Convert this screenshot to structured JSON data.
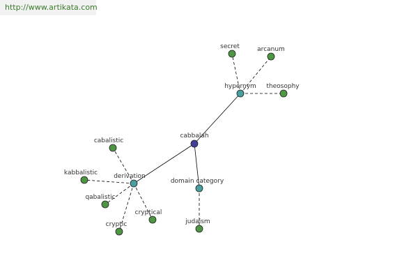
{
  "header": {
    "url": "http://www.artikata.com"
  },
  "colors": {
    "root": "#3f3f95",
    "relation": "#4a9ea0",
    "term": "#4f9644"
  },
  "graph": {
    "nodes": [
      {
        "id": "cabbalah",
        "label": "cabbalah",
        "kind": "root"
      },
      {
        "id": "hypernym",
        "label": "hypernym",
        "kind": "relation"
      },
      {
        "id": "derivation",
        "label": "derivation",
        "kind": "relation"
      },
      {
        "id": "domain-category",
        "label": "domain category",
        "kind": "relation"
      },
      {
        "id": "secret",
        "label": "secret",
        "kind": "term"
      },
      {
        "id": "arcanum",
        "label": "arcanum",
        "kind": "term"
      },
      {
        "id": "theosophy",
        "label": "theosophy",
        "kind": "term"
      },
      {
        "id": "cabalistic",
        "label": "cabalistic",
        "kind": "term"
      },
      {
        "id": "kabbalistic",
        "label": "kabbalistic",
        "kind": "term"
      },
      {
        "id": "qabalistic",
        "label": "qabalistic",
        "kind": "term"
      },
      {
        "id": "cryptical",
        "label": "cryptical",
        "kind": "term"
      },
      {
        "id": "cryptic",
        "label": "cryptic",
        "kind": "term"
      },
      {
        "id": "judaism",
        "label": "judaism",
        "kind": "term"
      }
    ],
    "edges": [
      {
        "from": "cabbalah",
        "to": "hypernym",
        "style": "solid"
      },
      {
        "from": "cabbalah",
        "to": "derivation",
        "style": "solid"
      },
      {
        "from": "cabbalah",
        "to": "domain-category",
        "style": "solid"
      },
      {
        "from": "hypernym",
        "to": "secret",
        "style": "dashed"
      },
      {
        "from": "hypernym",
        "to": "arcanum",
        "style": "dashed"
      },
      {
        "from": "hypernym",
        "to": "theosophy",
        "style": "dashed"
      },
      {
        "from": "derivation",
        "to": "cabalistic",
        "style": "dashed"
      },
      {
        "from": "derivation",
        "to": "kabbalistic",
        "style": "dashed"
      },
      {
        "from": "derivation",
        "to": "qabalistic",
        "style": "dashed"
      },
      {
        "from": "derivation",
        "to": "cryptical",
        "style": "dashed"
      },
      {
        "from": "derivation",
        "to": "cryptic",
        "style": "dashed"
      },
      {
        "from": "domain-category",
        "to": "judaism",
        "style": "dashed"
      }
    ]
  }
}
